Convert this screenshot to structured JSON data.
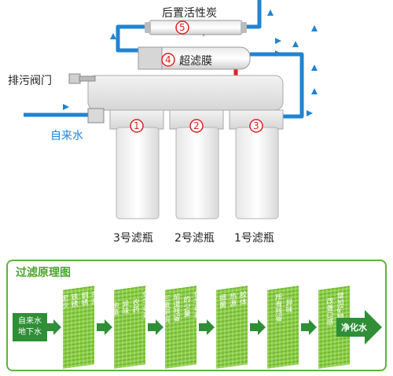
{
  "diagram": {
    "labels": {
      "post_carbon": "后置活性炭",
      "uf_membrane": "超滤膜",
      "drain_valve": "排污阀门",
      "tap_water": "自来水",
      "num_1": "1",
      "num_2": "2",
      "num_3": "3",
      "num_4": "4",
      "num_5": "5",
      "bottle3": "3号滤瓶",
      "bottle2": "2号滤瓶",
      "bottle1": "1号滤瓶"
    },
    "colors": {
      "pipe_blue": "#1f84d4",
      "pipe_red": "#e02020",
      "green": "#5fb23a",
      "dark_green": "#2f8f2f"
    }
  },
  "process": {
    "title": "过滤原理图",
    "input_lines": [
      "自来水",
      "地下水"
    ],
    "output": "净化水",
    "stages": [
      [
        "泥沙",
        "铁锈",
        "铜锈",
        "杂质"
      ],
      [
        "余氯",
        "异味",
        "农药",
        "化学毒素"
      ],
      [
        "三氯甲烷",
        "前道残留",
        "的少量",
        "化学毒素"
      ],
      [
        "细菌",
        "热源",
        "胶体"
      ],
      [
        "所有残留",
        "异味"
      ],
      [
        "改善口感",
        "增加矿物质"
      ]
    ]
  }
}
